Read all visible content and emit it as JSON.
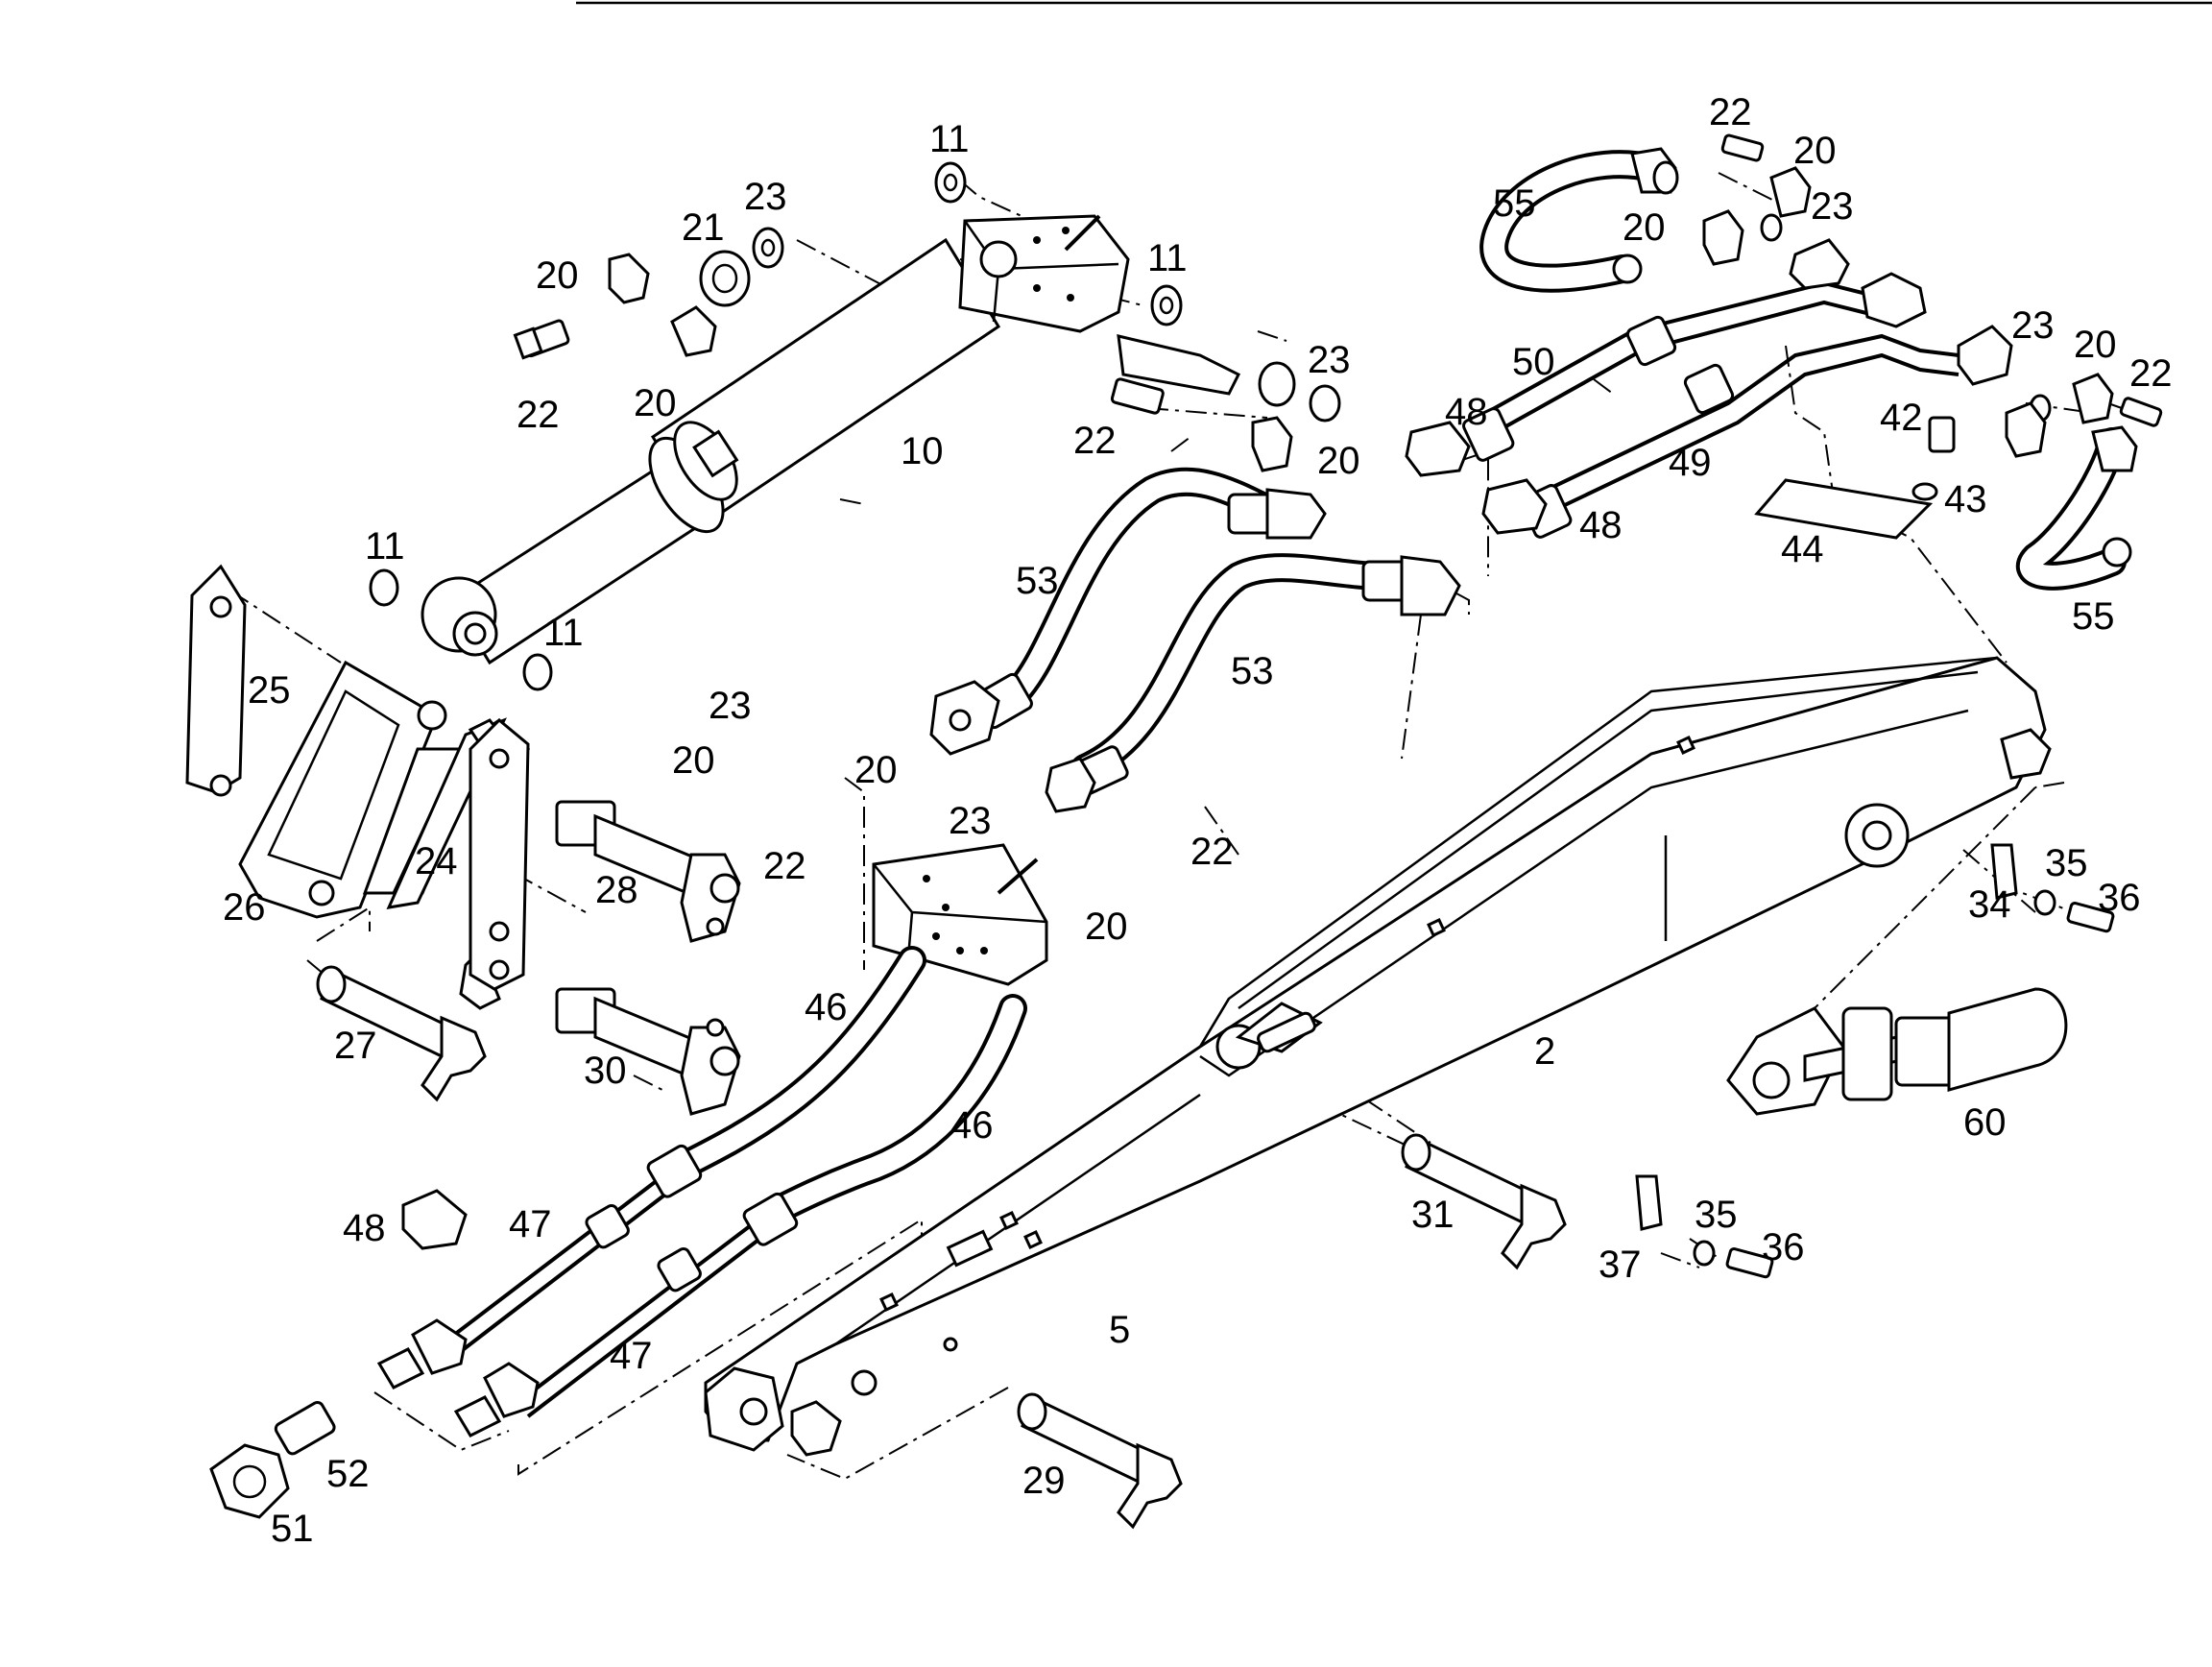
{
  "diagram": {
    "labels": [
      {
        "id": "l-11a",
        "text": "11"
      },
      {
        "id": "l-23a",
        "text": "23"
      },
      {
        "id": "l-21",
        "text": "21"
      },
      {
        "id": "l-20a",
        "text": "20"
      },
      {
        "id": "l-11b",
        "text": "11"
      },
      {
        "id": "l-22a",
        "text": "22"
      },
      {
        "id": "l-20b",
        "text": "20"
      },
      {
        "id": "l-10",
        "text": "10"
      },
      {
        "id": "l-23b",
        "text": "23"
      },
      {
        "id": "l-22b",
        "text": "22"
      },
      {
        "id": "l-20c",
        "text": "20"
      },
      {
        "id": "l-11c",
        "text": "11"
      },
      {
        "id": "l-11d",
        "text": "11"
      },
      {
        "id": "l-25",
        "text": "25"
      },
      {
        "id": "l-53a",
        "text": "53"
      },
      {
        "id": "l-53b",
        "text": "53"
      },
      {
        "id": "l-22c",
        "text": "22"
      },
      {
        "id": "l-20d",
        "text": "20"
      },
      {
        "id": "l-55a",
        "text": "55"
      },
      {
        "id": "l-20e",
        "text": "20"
      },
      {
        "id": "l-23c",
        "text": "23"
      },
      {
        "id": "l-20f",
        "text": "20"
      },
      {
        "id": "l-50",
        "text": "50"
      },
      {
        "id": "l-48a",
        "text": "48"
      },
      {
        "id": "l-49",
        "text": "49"
      },
      {
        "id": "l-48b",
        "text": "48"
      },
      {
        "id": "l-23d",
        "text": "23"
      },
      {
        "id": "l-20g",
        "text": "20"
      },
      {
        "id": "l-22d",
        "text": "22"
      },
      {
        "id": "l-42",
        "text": "42"
      },
      {
        "id": "l-43",
        "text": "43"
      },
      {
        "id": "l-44",
        "text": "44"
      },
      {
        "id": "l-55b",
        "text": "55"
      },
      {
        "id": "l-23e",
        "text": "23"
      },
      {
        "id": "l-20h",
        "text": "20"
      },
      {
        "id": "l-20i",
        "text": "20"
      },
      {
        "id": "l-22e",
        "text": "22"
      },
      {
        "id": "l-23f",
        "text": "23"
      },
      {
        "id": "l-22f",
        "text": "22"
      },
      {
        "id": "l-20j",
        "text": "20"
      },
      {
        "id": "l-26",
        "text": "26"
      },
      {
        "id": "l-24",
        "text": "24"
      },
      {
        "id": "l-28",
        "text": "28"
      },
      {
        "id": "l-27",
        "text": "27"
      },
      {
        "id": "l-30",
        "text": "30"
      },
      {
        "id": "l-46a",
        "text": "46"
      },
      {
        "id": "l-46b",
        "text": "46"
      },
      {
        "id": "l-2",
        "text": "2"
      },
      {
        "id": "l-35a",
        "text": "35"
      },
      {
        "id": "l-34",
        "text": "34"
      },
      {
        "id": "l-36a",
        "text": "36"
      },
      {
        "id": "l-60",
        "text": "60"
      },
      {
        "id": "l-31",
        "text": "31"
      },
      {
        "id": "l-48c",
        "text": "48"
      },
      {
        "id": "l-47a",
        "text": "47"
      },
      {
        "id": "l-35b",
        "text": "35"
      },
      {
        "id": "l-36b",
        "text": "36"
      },
      {
        "id": "l-37",
        "text": "37"
      },
      {
        "id": "l-5",
        "text": "5"
      },
      {
        "id": "l-47b",
        "text": "47"
      },
      {
        "id": "l-52",
        "text": "52"
      },
      {
        "id": "l-51",
        "text": "51"
      },
      {
        "id": "l-29",
        "text": "29"
      }
    ]
  }
}
